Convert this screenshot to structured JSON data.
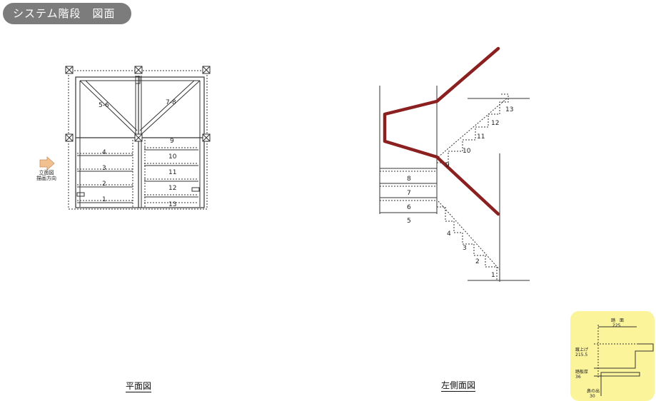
{
  "header": {
    "title": "システム階段　図面"
  },
  "plan": {
    "caption": "平面図",
    "view_direction": [
      "立面図",
      "描画方向"
    ],
    "landing_left": "5-6",
    "landing_right": "7-8",
    "left_steps": [
      "4",
      "3",
      "2",
      "1"
    ],
    "right_steps": [
      "9",
      "10",
      "11",
      "12",
      "13"
    ]
  },
  "side": {
    "caption": "左側面図",
    "upper_steps": [
      "13",
      "12",
      "11",
      "10",
      "9"
    ],
    "mid_steps": [
      "8",
      "7",
      "6",
      "5"
    ],
    "lower_steps": [
      "4",
      "3",
      "2",
      "1"
    ]
  },
  "detail": {
    "title": "踏　面",
    "tread_value": "225",
    "riser_label": "蹴上げ",
    "riser_value": "215.5",
    "thickness_label": "踏板厚",
    "thickness_value": "36",
    "nosing_label": "鼻の出",
    "nosing_value": "30"
  },
  "colors": {
    "handrail": "#8b2020",
    "tab_bg": "#7c7c7c",
    "detail_bg": "#fcf49a"
  }
}
